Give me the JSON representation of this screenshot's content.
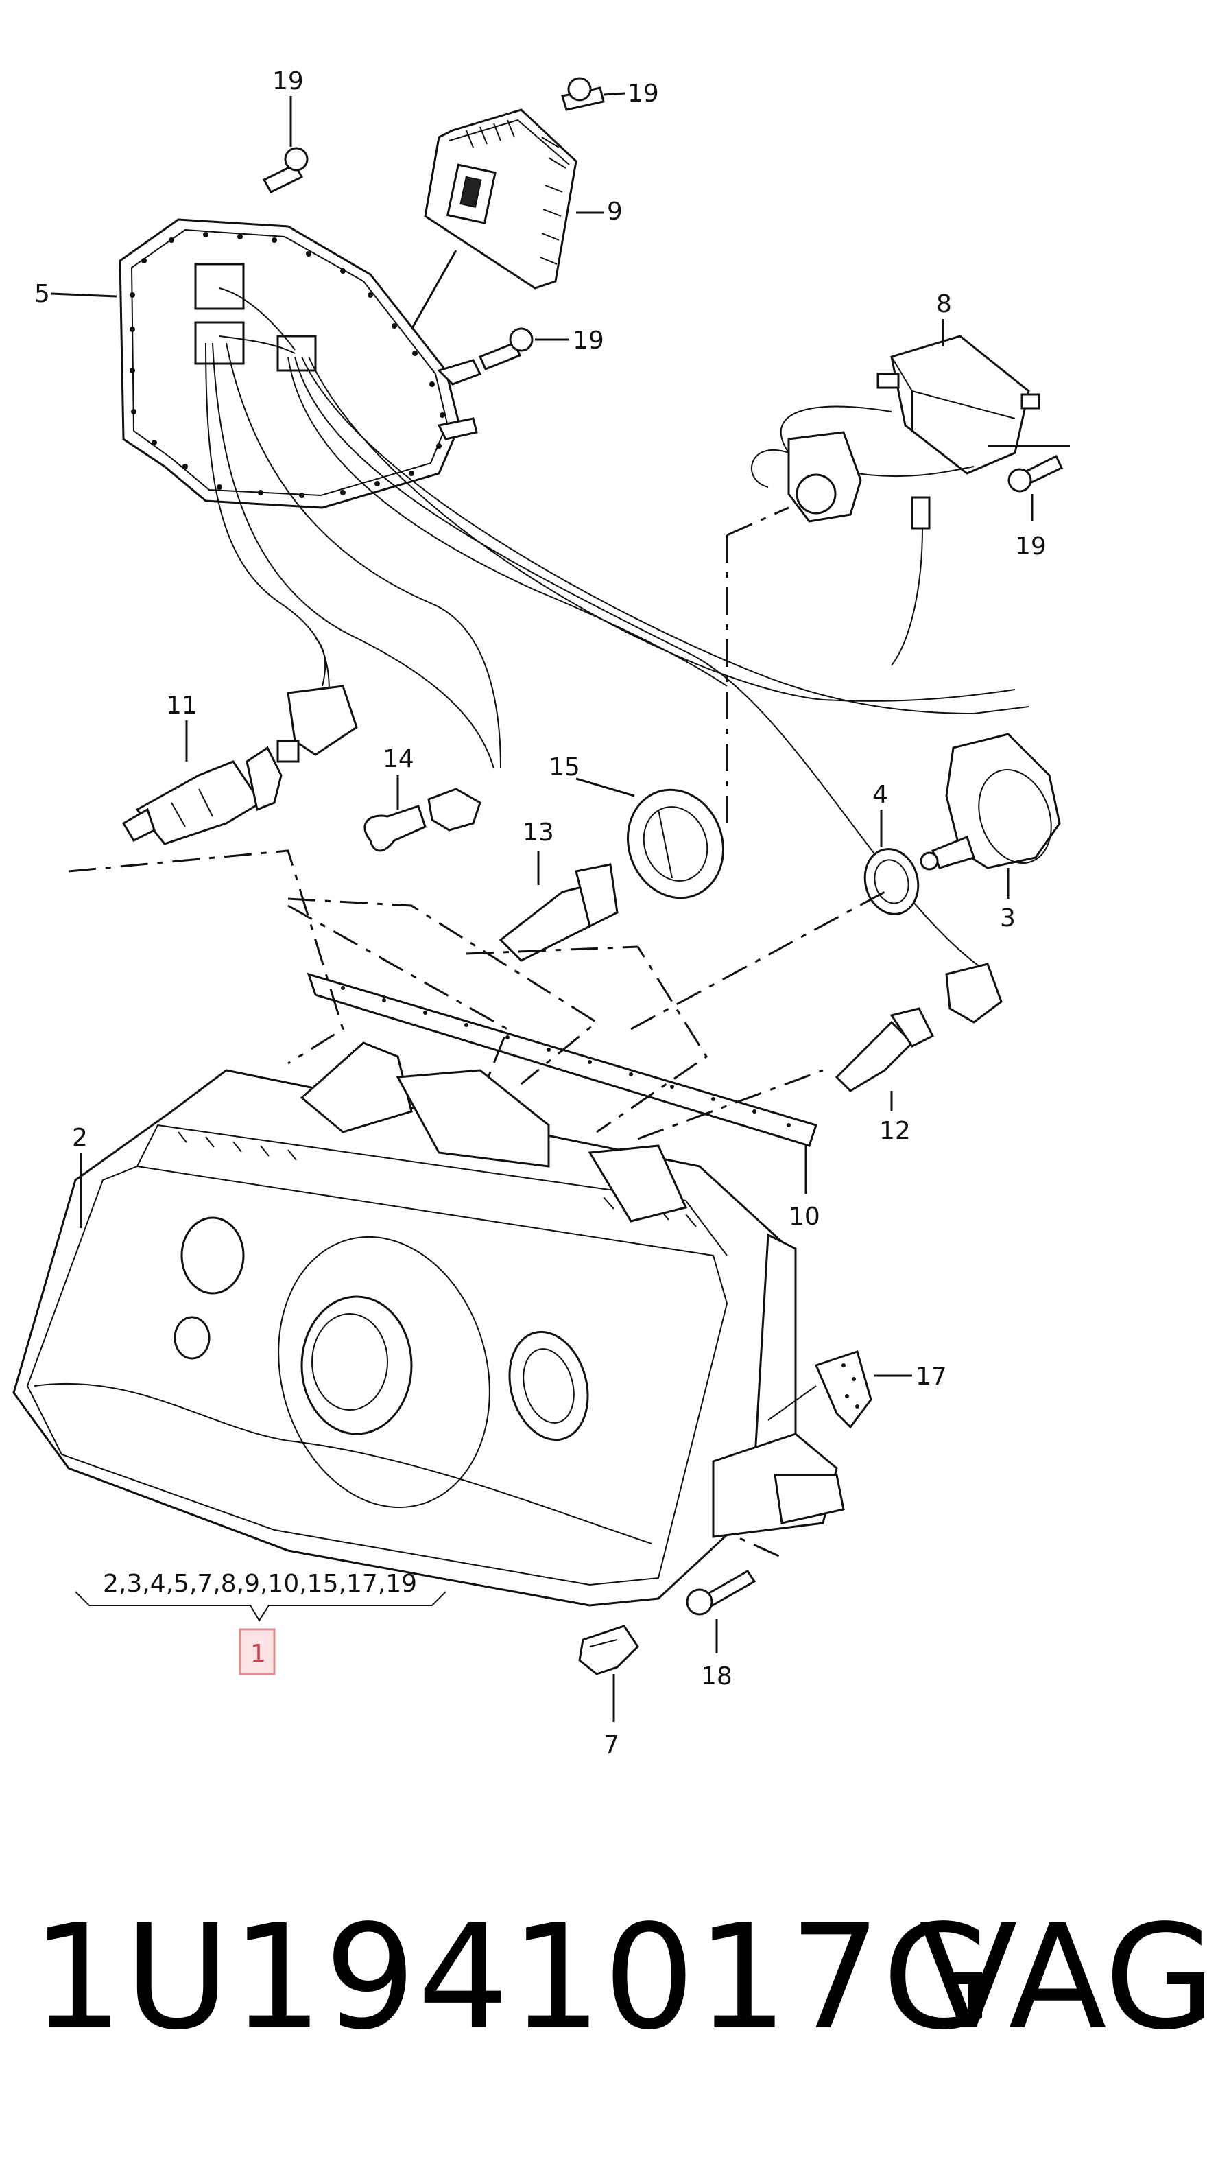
{
  "callouts": {
    "c19a": "19",
    "c19b": "19",
    "c19c": "19",
    "c19d": "19",
    "c9": "9",
    "c5": "5",
    "c8": "8",
    "c11": "11",
    "c14": "14",
    "c15": "15",
    "c13": "13",
    "c4": "4",
    "c3": "3",
    "c2": "2",
    "c12": "12",
    "c10": "10",
    "c17": "17",
    "c18": "18",
    "c7": "7",
    "set_list": "2,3,4,5,7,8,9,10,15,17,19",
    "assembly": "1"
  },
  "footer": {
    "part_number": "1U1941017G",
    "brand": "VAG"
  },
  "colors": {
    "ink": "#111111",
    "assembly_box": "#e58a8f",
    "assembly_fill": "#fbe3e5"
  }
}
